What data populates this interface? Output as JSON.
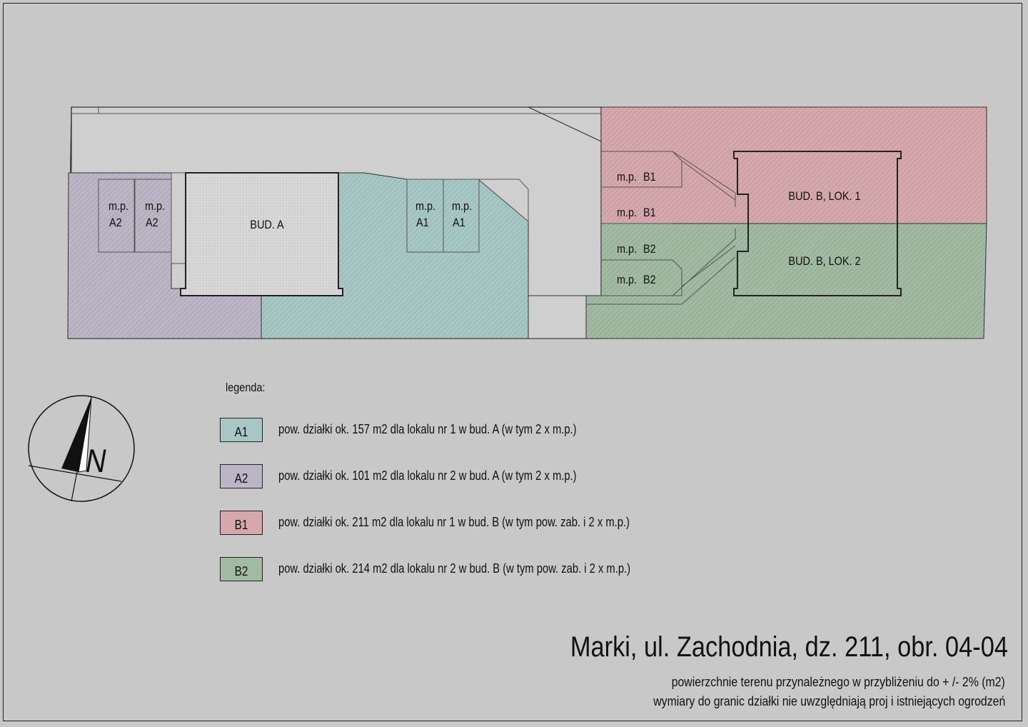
{
  "plan": {
    "buildings": {
      "bud_a": "BUD. A",
      "bud_b_lok1": "BUD. B, LOK. 1",
      "bud_b_lok2": "BUD. B, LOK. 2"
    },
    "parking_labels": {
      "mp": "m.p.",
      "a1": "A1",
      "a2": "A2",
      "b1": "B1",
      "b2": "B2"
    },
    "north_label": "N"
  },
  "legend": {
    "label": "legenda:",
    "items": [
      {
        "code": "A1",
        "color": "#a7c7c4",
        "text": "pow. działki ok. 157 m2  dla lokalu nr 1 w bud. A  (w tym 2 x m.p.)"
      },
      {
        "code": "A2",
        "color": "#bbb5c5",
        "text": "pow. działki ok. 101 m2  dla lokalu nr 2 w bud. A  (w tym 2 x m.p.)"
      },
      {
        "code": "B1",
        "color": "#d5a8ab",
        "text": "pow. działki ok. 211 m2  dla lokalu nr 1 w bud. B  (w tym pow. zab. i 2 x m.p.)"
      },
      {
        "code": "B2",
        "color": "#a2b9a2",
        "text": "pow. działki ok. 214 m2  dla lokalu nr 2 w bud. B  (w tym pow. zab. i 2 x m.p.)"
      }
    ]
  },
  "title": "Marki,  ul. Zachodnia, dz. 211, obr. 04-04",
  "notes": [
    "powierzchnie terenu przynależnego  w przybliżeniu do + /- 2% (m2)",
    "wymiary do granic działki nie uwzględniają proj i istniejących ogrodzeń"
  ],
  "colors": {
    "A1": "#a7c7c4",
    "A2": "#bbb5c5",
    "B1": "#d5a8ab",
    "B2": "#a2b9a2",
    "background": "#c8c8c8",
    "common": "#cfcfcf",
    "building": "#d7d7d7"
  }
}
